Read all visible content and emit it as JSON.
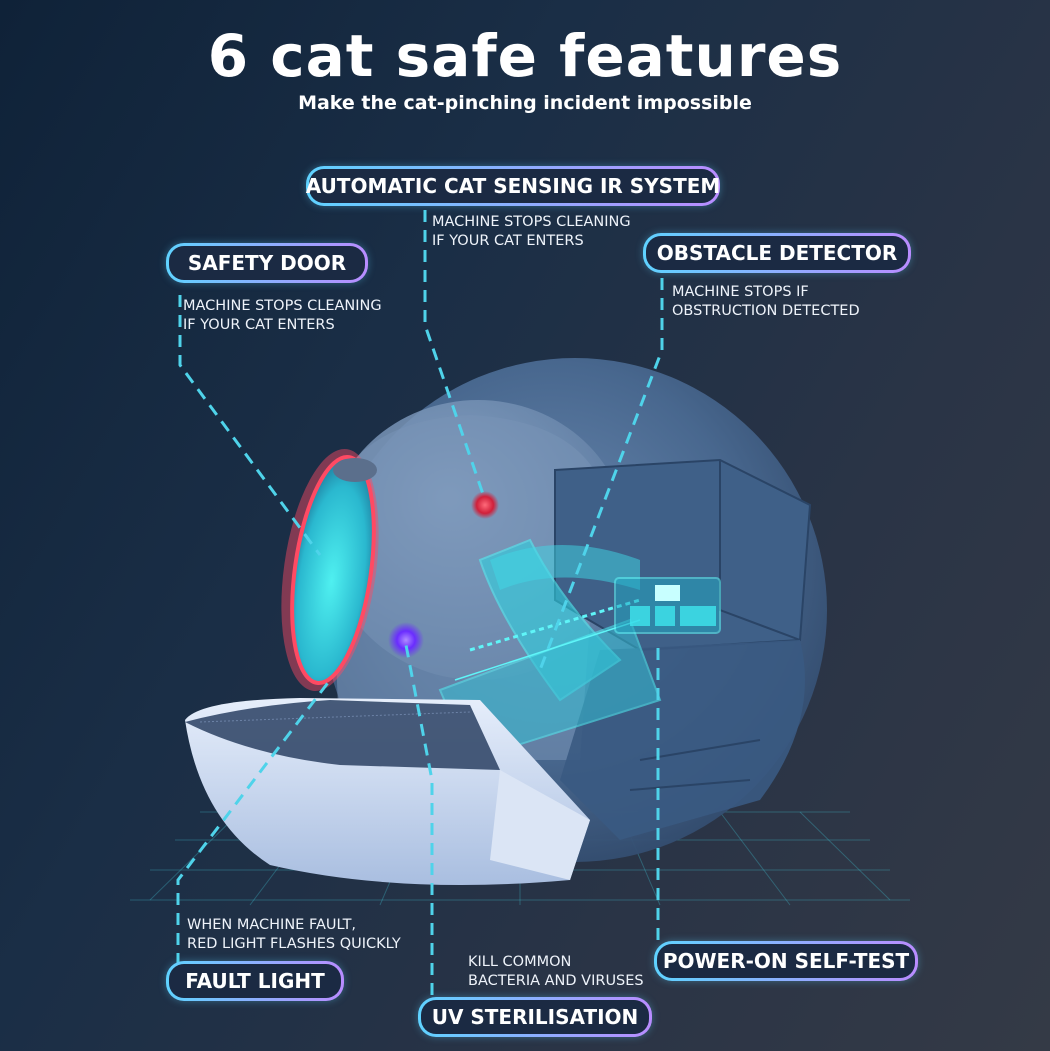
{
  "header": {
    "title": "6 cat safe features",
    "subtitle": "Make the cat-pinching incident impossible"
  },
  "features": [
    {
      "name": "AUTOMATIC CAT SENSING IR SYSTEM",
      "line1": "MACHINE STOPS CLEANING",
      "line2": "IF YOUR CAT ENTERS"
    },
    {
      "name": "SAFETY DOOR",
      "line1": "MACHINE STOPS CLEANING",
      "line2": "IF YOUR CAT ENTERS"
    },
    {
      "name": "OBSTACLE DETECTOR",
      "line1": "MACHINE STOPS IF",
      "line2": "OBSTRUCTION DETECTED"
    },
    {
      "name": "FAULT LIGHT",
      "line1": "WHEN MACHINE FAULT,",
      "line2": "RED LIGHT FLASHES QUICKLY"
    },
    {
      "name": "UV STERILISATION",
      "line1": "KILL COMMON",
      "line2": "BACTERIA AND VIRUSES"
    },
    {
      "name": "POWER-ON SELF-TEST"
    }
  ],
  "colors": {
    "background": "#1a2e46",
    "leader_line": "#4fd3ea",
    "pill_border_start": "#5fd2ff",
    "pill_border_end": "#b98cff",
    "machine_body": "#4a6a92",
    "highlight_cyan": "#3fe6ef",
    "door_glow_red": "#ff4a63",
    "uv_light": "#7a3cff",
    "ir_sensor": "#ff3a4a"
  }
}
